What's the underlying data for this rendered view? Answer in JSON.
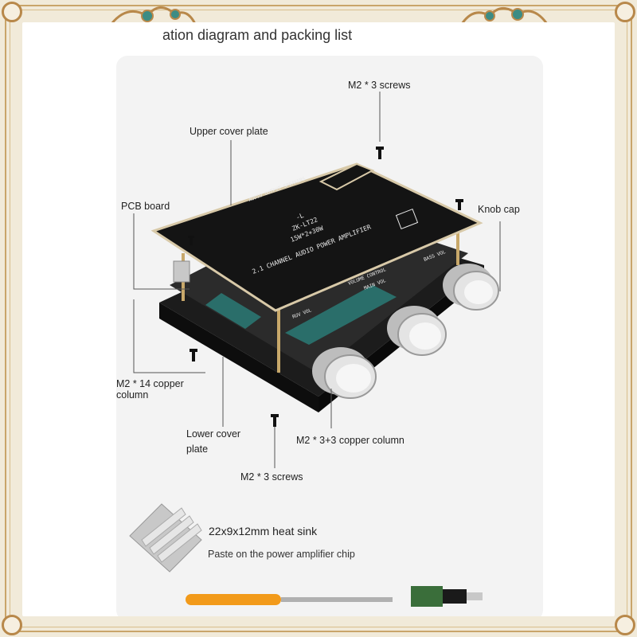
{
  "header": {
    "partial_title": "ation diagram and packing list"
  },
  "labels": {
    "m2_3_screws_top": "M2 * 3 screws",
    "upper_cover_plate": "Upper cover plate",
    "pcb_board": "PCB board",
    "knob_cap": "Knob cap",
    "m2_14_copper_line1": "M2 * 14 copper",
    "m2_14_copper_line2": "column",
    "lower_cover_line1": "Lower cover",
    "lower_cover_line2": "plate",
    "m2_3_3_copper": "M2 * 3+3 copper column",
    "m2_3_screws_bottom": "M2 * 3 screws"
  },
  "board_print": {
    "model": "ZK-LT22",
    "power": "15W*2+30W",
    "line3": "2.1 CHANNEL AUDIO POWER AMPLIFIER",
    "brand": "-L",
    "main_vol": "MAIN VOL",
    "volume_control": "VOLUME CONTROL",
    "bass_vol": "BASS VOL",
    "ruv_vol": "RUV VOL",
    "speakers": "AUDIO OUTPUT SPEAKERS"
  },
  "accessories": {
    "heatsink_title": "22x9x12mm heat sink",
    "heatsink_desc": "Paste on the power amplifier chip"
  },
  "colors": {
    "frame_gold": "#c9a56a",
    "frame_bg": "#f1ead9",
    "panel_bg": "#f3f3f3",
    "board_black": "#151515",
    "screwdriver_orange": "#f29a1a"
  }
}
